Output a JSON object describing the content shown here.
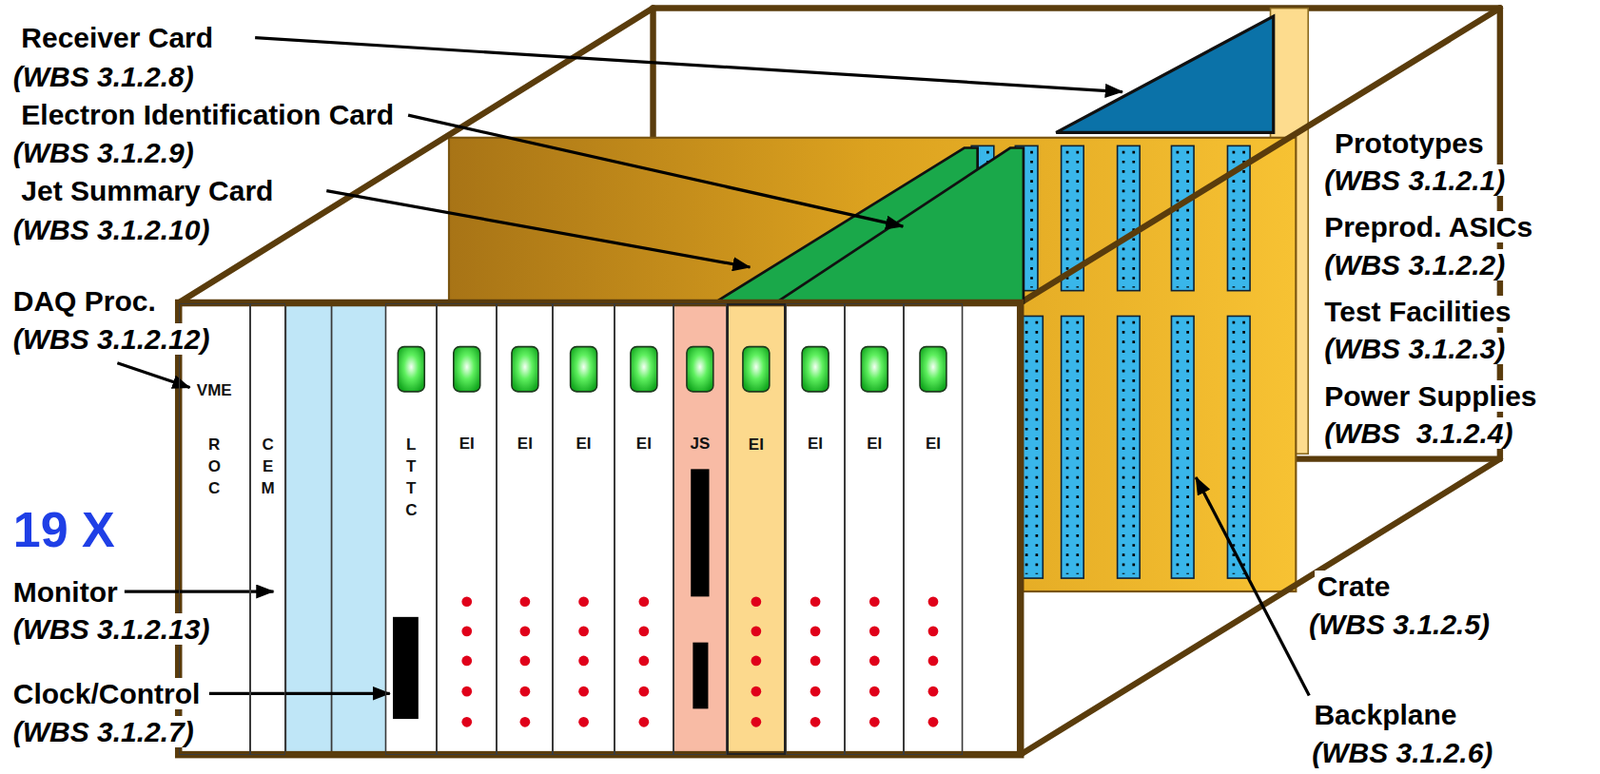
{
  "diagram": {
    "nodes": [
      {
        "text": [
          "VME",
          "ROC"
        ]
      },
      {
        "text": [
          "CEM"
        ]
      },
      {
        "text": [
          "LTTC"
        ]
      },
      {
        "text": [
          "EI"
        ]
      },
      {
        "text": [
          "EI"
        ]
      },
      {
        "text": [
          "EI"
        ]
      },
      {
        "text": [
          "EI"
        ]
      },
      {
        "text": [
          "JS"
        ]
      },
      {
        "text": [
          "EI"
        ]
      },
      {
        "text": [
          "EI"
        ]
      },
      {
        "text": [
          "EI"
        ]
      },
      {
        "text": [
          "EI"
        ]
      }
    ],
    "labels": [
      "Receiver Card",
      "(WBS 3.1.2.8)",
      "Electron Identification Card",
      "(WBS 3.1.2.9)",
      "Jet Summary Card",
      "(WBS 3.1.2.10)",
      "Prototypes",
      "(WBS 3.1.2.1)",
      "Preprod. ASICs",
      "(WBS 3.1.2.2)",
      "Test Facilities",
      "(WBS 3.1.2.3)",
      "DAQ Proc.",
      "(WBS 3.1.2.12)",
      "Power Supplies",
      "(WBS  3.1.2.4)",
      "19 X",
      "Monitor",
      "(WBS 3.1.2.13)",
      "Crate",
      "(WBS 3.1.2.5)",
      "Clock/Control",
      "(WBS 3.1.2.7)",
      "Backplane",
      "(WBS 3.1.2.6)"
    ]
  }
}
